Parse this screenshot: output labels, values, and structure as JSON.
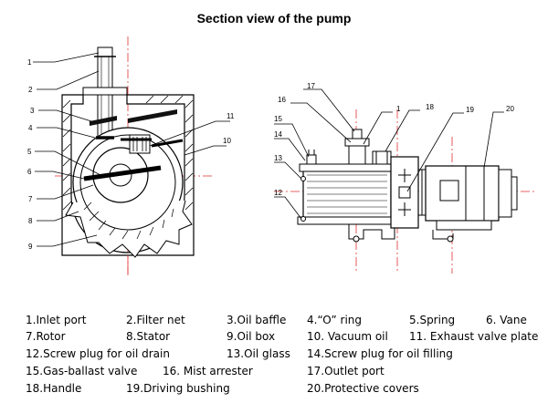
{
  "title": "Section view of the pump",
  "left_callouts": [
    "1",
    "2",
    "3",
    "4",
    "5",
    "6",
    "7",
    "8",
    "9",
    "11",
    "10"
  ],
  "right_callouts": [
    "17",
    "16",
    "1",
    "18",
    "19",
    "20",
    "15",
    "14",
    "13",
    "12"
  ],
  "legend": {
    "row1": [
      "1.Inlet port",
      "2.Filter net",
      "3.Oil baffle",
      "4.“O” ring",
      "5.Spring",
      "6. Vane"
    ],
    "row2": [
      "7.Rotor",
      "8.Stator",
      "9.Oil box",
      "10. Vacuum oil",
      "11. Exhaust valve plate"
    ],
    "row3": [
      "12.Screw plug for oil drain",
      "13.Oil glass",
      "14.Screw plug for oil filling"
    ],
    "row4": [
      "15.Gas-ballast valve",
      "16. Mist arrester",
      "17.Outlet port"
    ],
    "row5": [
      "18.Handle",
      "19.Driving bushing",
      "20.Protective covers"
    ]
  }
}
